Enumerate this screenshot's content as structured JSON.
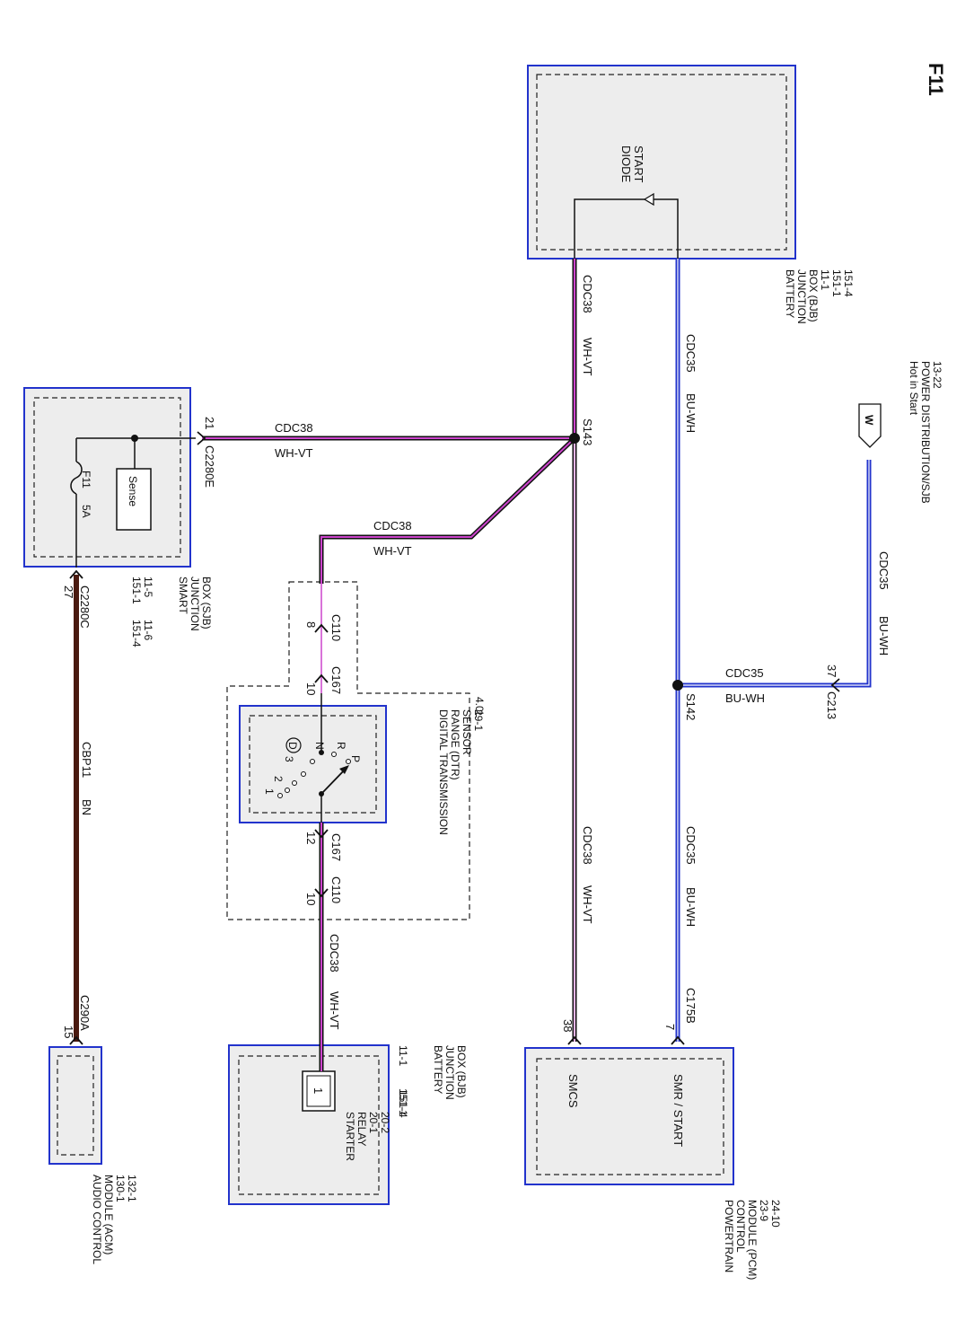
{
  "page_label": "F11",
  "modules": {
    "bjb_top": {
      "name": [
        "BATTERY",
        "JUNCTION",
        "BOX (BJB)",
        "11-1",
        "151-1",
        "151-4"
      ],
      "inner": [
        "START",
        "DIODE"
      ]
    },
    "sjb": {
      "name": [
        "SMART",
        "JUNCTION",
        "BOX (SJB)"
      ],
      "refs": [
        "11-5",
        "11-6",
        "151-1",
        "151-4"
      ],
      "fuse": "F11",
      "fuse_rating": "5A",
      "sense": "Sense"
    },
    "acm": {
      "name": [
        "AUDIO CONTROL",
        "MODULE (ACM)",
        "130-1",
        "132-1"
      ]
    },
    "bjb_bottom": {
      "name": [
        "BATTERY",
        "JUNCTION",
        "BOX (BJB)"
      ],
      "refs": [
        "11-1",
        "151-1",
        "151-4"
      ],
      "relay_pin": "1",
      "relay": [
        "STARTER",
        "RELAY",
        "20-1",
        "20-2"
      ]
    },
    "pcm": {
      "name": [
        "POWERTRAIN",
        "CONTROL",
        "MODULE (PCM)",
        "23-9",
        "24-10"
      ],
      "smr": "SMR / START",
      "smcs": "SMCS"
    },
    "dtr": {
      "engine": "4.0L",
      "name": [
        "DIGITAL TRANSMISSION",
        "RANGE (DTR)",
        "SENSOR",
        "29-1"
      ],
      "positions": [
        "P",
        "R",
        "N",
        "D",
        "3",
        "2",
        "1"
      ]
    },
    "power": {
      "name": [
        "Hot in Start",
        "POWER DISTRIBUTION/SJB",
        "13-22"
      ],
      "badge": "W"
    }
  },
  "circuits": {
    "cdc38": "CDC38",
    "cdc35": "CDC35",
    "cbp11": "CBP11",
    "whvt": "WH-VT",
    "buwh": "BU-WH",
    "bn": "BN"
  },
  "splices": {
    "s143": "S143",
    "s142": "S142"
  },
  "connectors": {
    "c2280e": {
      "name": "C2280E",
      "pin": "21"
    },
    "c2280c": {
      "name": "C2280C",
      "pin": "27"
    },
    "c290a": {
      "name": "C290A",
      "pin": "15"
    },
    "c213": {
      "name": "C213",
      "pin": "37"
    },
    "c175b": {
      "name": "C175B",
      "pin": "7"
    },
    "pcm38": {
      "pin": "38"
    },
    "c110_top": {
      "name": "C110",
      "pin": "8"
    },
    "c167_top": {
      "name": "C167",
      "pin": "10"
    },
    "c167_bot": {
      "name": "C167",
      "pin": "12"
    },
    "c110_bot": {
      "name": "C110",
      "pin": "10"
    }
  },
  "colors": {
    "wh_vt_stripe": "#cc44cc",
    "bu_wh": "#2233cc",
    "bn": "#4a1a10",
    "module_border": "#2233cc",
    "module_fill": "#ededed"
  }
}
